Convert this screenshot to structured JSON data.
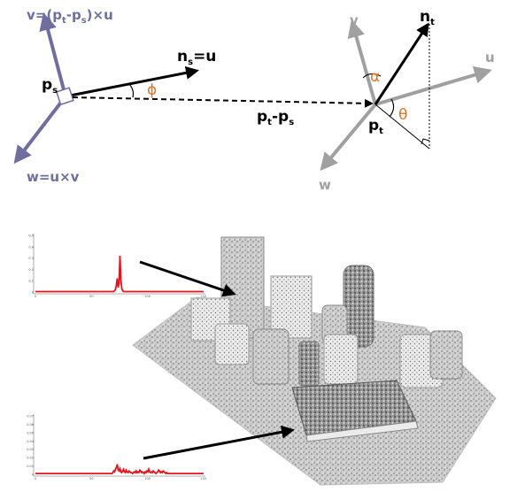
{
  "diagram": {
    "source": {
      "v_label_a": "v=(p",
      "v_sub_t": "t",
      "v_label_b": "-p",
      "v_sub_s": "s",
      "v_label_c": ")×u",
      "w_label": "w=u×v",
      "point_main": "p",
      "point_sub": "s",
      "normal_main": "n",
      "normal_sub": "s",
      "normal_eq": "=u",
      "angle": "ϕ"
    },
    "connection": {
      "a_main": "p",
      "a_sub": "t",
      "dash": "-",
      "b_main": "p",
      "b_sub": "s"
    },
    "target": {
      "v": "v",
      "u": "u",
      "w": "w",
      "point_main": "p",
      "point_sub": "t",
      "normal_main": "n",
      "normal_sub": "t",
      "alpha": "α",
      "theta": "θ"
    },
    "colors": {
      "source_axes": "#6f6e9f",
      "target_axes": "#a0a0a0",
      "angle_text": "#d9762d",
      "hist_line": "#e5141c",
      "black": "#000000"
    }
  },
  "histograms": {
    "top": {
      "y_ticks": [
        "0.5",
        "0.4",
        "0.3",
        "0.2",
        "0.1",
        "0"
      ],
      "x_ticks": [
        "0",
        "50",
        "100",
        "150"
      ],
      "values": [
        0.004,
        0.004,
        0.004,
        0.004,
        0.004,
        0.004,
        0.004,
        0.004,
        0.004,
        0.004,
        0.004,
        0.004,
        0.004,
        0.004,
        0.004,
        0.004,
        0.004,
        0.004,
        0.004,
        0.004,
        0.004,
        0.004,
        0.004,
        0.004,
        0.004,
        0.004,
        0.004,
        0.004,
        0.004,
        0.004,
        0.004,
        0.004,
        0.004,
        0.004,
        0.004,
        0.004,
        0.004,
        0.004,
        0.004,
        0.004,
        0.004,
        0.004,
        0.004,
        0.004,
        0.004,
        0.004,
        0.004,
        0.004,
        0.004,
        0.004,
        0.004,
        0.004,
        0.004,
        0.004,
        0.004,
        0.004,
        0.004,
        0.004,
        0.004,
        0.004,
        0.004,
        0.004,
        0.004,
        0.004,
        0.004,
        0.004,
        0.004,
        0.004,
        0.004,
        0.004,
        0.004,
        0.004,
        0.004,
        0.004,
        0.004,
        0.004,
        0.004,
        0.004,
        0.004,
        0.004,
        0.004,
        0.004,
        0.004,
        0.004,
        0.004,
        0.004,
        0.01,
        0.02,
        0.06,
        0.12,
        0.04,
        0.08,
        0.32,
        0.1,
        0.03,
        0.01,
        0.004,
        0.004,
        0.004,
        0.004,
        0.004,
        0.004,
        0.004,
        0.004,
        0.004,
        0.004,
        0.004,
        0.004,
        0.004,
        0.004,
        0.004,
        0.004,
        0.004,
        0.004,
        0.004,
        0.004,
        0.004,
        0.004,
        0.004,
        0.004,
        0.004,
        0.004,
        0.004,
        0.004,
        0.004,
        0.004,
        0.004,
        0.004,
        0.004,
        0.004,
        0.004,
        0.004,
        0.004,
        0.004,
        0.004,
        0.004,
        0.004,
        0.004,
        0.004,
        0.004,
        0.004,
        0.004,
        0.004,
        0.004,
        0.004,
        0.004,
        0.004,
        0.004,
        0.004,
        0.004,
        0.004,
        0.004,
        0.004,
        0.004,
        0.004,
        0.004,
        0.004,
        0.004,
        0.004,
        0.004,
        0.004,
        0.004,
        0.004,
        0.004,
        0.004,
        0.004,
        0.004,
        0.004,
        0.004,
        0.004,
        0.004,
        0.004,
        0.004,
        0.004,
        0.004,
        0.004,
        0.004,
        0.004,
        0.004,
        0.004,
        0.004,
        0.004,
        0.004,
        0.004
      ],
      "y_max": 0.5
    },
    "bottom": {
      "y_ticks": [
        "0.07",
        "0.06",
        "0.05",
        "0.04",
        "0.03",
        "0.02",
        "0.01",
        "0"
      ],
      "x_ticks": [
        "0",
        "50",
        "100",
        "150"
      ],
      "values": [
        0.001,
        0.001,
        0.001,
        0.001,
        0.001,
        0.001,
        0.001,
        0.001,
        0.001,
        0.001,
        0.001,
        0.001,
        0.001,
        0.001,
        0.001,
        0.001,
        0.001,
        0.001,
        0.001,
        0.001,
        0.001,
        0.001,
        0.001,
        0.001,
        0.001,
        0.001,
        0.001,
        0.001,
        0.001,
        0.001,
        0.001,
        0.001,
        0.001,
        0.001,
        0.001,
        0.001,
        0.001,
        0.001,
        0.001,
        0.001,
        0.001,
        0.001,
        0.001,
        0.001,
        0.001,
        0.001,
        0.001,
        0.001,
        0.001,
        0.001,
        0.001,
        0.001,
        0.001,
        0.001,
        0.001,
        0.001,
        0.001,
        0.001,
        0.001,
        0.001,
        0.001,
        0.001,
        0.001,
        0.001,
        0.001,
        0.001,
        0.001,
        0.001,
        0.001,
        0.001,
        0.001,
        0.001,
        0.001,
        0.001,
        0.001,
        0.001,
        0.001,
        0.001,
        0.001,
        0.001,
        0.001,
        0.001,
        0.001,
        0.001,
        0.001,
        0.001,
        0.002,
        0.004,
        0.003,
        0.006,
        0.008,
        0.012,
        0.005,
        0.004,
        0.007,
        0.003,
        0.002,
        0.004,
        0.006,
        0.003,
        0.002,
        0.005,
        0.003,
        0.002,
        0.004,
        0.003,
        0.002,
        0.002,
        0.001,
        0.002,
        0.003,
        0.002,
        0.004,
        0.002,
        0.003,
        0.002,
        0.005,
        0.004,
        0.002,
        0.003,
        0.002,
        0.001,
        0.003,
        0.002,
        0.004,
        0.003,
        0.006,
        0.003,
        0.002,
        0.003,
        0.002,
        0.004,
        0.003,
        0.002,
        0.001,
        0.002,
        0.003,
        0.005,
        0.004,
        0.002,
        0.003,
        0.002,
        0.004,
        0.003,
        0.002,
        0.001,
        0.002,
        0.001,
        0.001,
        0.001,
        0.001,
        0.001,
        0.001,
        0.001,
        0.001,
        0.001,
        0.001,
        0.001,
        0.001,
        0.001,
        0.001,
        0.001,
        0.001,
        0.001,
        0.001,
        0.001,
        0.001,
        0.001,
        0.001,
        0.001,
        0.001,
        0.001,
        0.001,
        0.001,
        0.001,
        0.001,
        0.001,
        0.001,
        0.001,
        0.001,
        0.001,
        0.001,
        0.001,
        0.001,
        0.001,
        0.001,
        0.001,
        0.001
      ],
      "y_max": 0.07
    }
  }
}
